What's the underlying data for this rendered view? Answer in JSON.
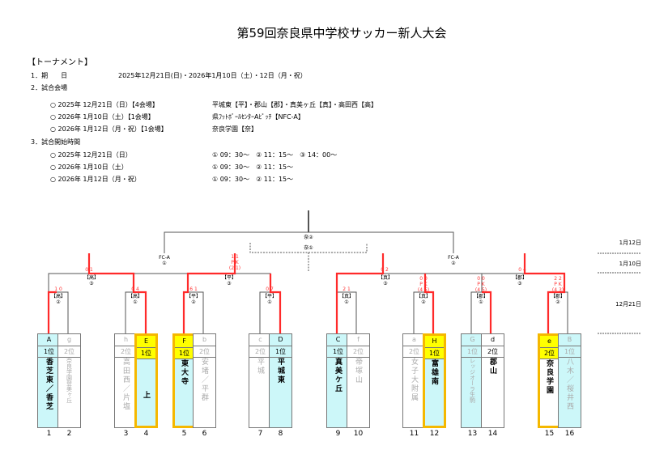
{
  "title": "第59回奈良県中学校サッカー新人大会",
  "section": "【トーナメント】",
  "items": {
    "period_label": "1．期　　日",
    "period_value": "2025年12月21日(日)・2026年1月10日（土）・12日（月・祝）",
    "venue_label": "2．試合会場",
    "venues": [
      {
        "date": "○ 2025年 12月21日（日）【4会場】",
        "place": "平城東【平】・郡山【郡】・真美ヶ丘【真】・高田西【高】"
      },
      {
        "date": "○ 2026年 1月10日（土）【1会場】",
        "place": "県ﾌｯﾄﾎﾞｰﾙｾﾝﾀｰAﾋﾟｯﾁ【NFC-A】"
      },
      {
        "date": "○ 2026年 1月12日（月・祝）【1会場】",
        "place": "奈良学園【奈】"
      }
    ],
    "time_label": "3．試合開始時間",
    "times": [
      {
        "date": "○ 2025年 12月21日（日）",
        "slots": "① 09：30～　② 11：15～　③ 14：00～"
      },
      {
        "date": "○ 2026年 1月10日（土）",
        "slots": "① 09：30～　② 11：15～"
      },
      {
        "date": "○ 2026年 1月12日（月・祝）",
        "slots": "① 09：30～　② 11：15～"
      }
    ]
  },
  "rounds": {
    "final": "1月12日",
    "semi": "1月10日",
    "early": "12月21日"
  },
  "final": {
    "venue": "奈②",
    "third_place": "奈①"
  },
  "semis": [
    {
      "venue": "FC-A",
      "slot": "①",
      "score": "1 1",
      "pk": "P K",
      "pk_score": "(2 1)",
      "left_score": "0 1"
    },
    {
      "venue": "FC-A",
      "slot": "②",
      "left_score": "0 2",
      "right_score": "0 4"
    }
  ],
  "qf": [
    {
      "venue": "【高】",
      "slot": "③"
    },
    {
      "venue": "【平】",
      "slot": "③"
    },
    {
      "venue": "【真】",
      "slot": "③"
    },
    {
      "venue": "【郡】",
      "slot": "③"
    }
  ],
  "r1": [
    {
      "venue": "【高】",
      "slot": "②",
      "score": "1 0"
    },
    {
      "venue": "【高】",
      "slot": "①",
      "score": "0 4"
    },
    {
      "venue": "【平】",
      "slot": "②",
      "score": "6 1"
    },
    {
      "venue": "【平】",
      "slot": "①",
      "score": "0 7"
    },
    {
      "venue": "【真】",
      "slot": "①",
      "score": "2 1"
    },
    {
      "venue": "【真】",
      "slot": "②",
      "score": "0 0",
      "pk": "P K",
      "pk_score": "(4 5)"
    },
    {
      "venue": "【郡】",
      "slot": "①",
      "score": "0 0",
      "pk": "P K",
      "pk_score": "(4 5)"
    },
    {
      "venue": "【郡】",
      "slot": "②",
      "score": "2 2",
      "pk": "P K",
      "pk_score": "(4 3)"
    }
  ],
  "teams": [
    {
      "no": "1",
      "code": "A",
      "rank": "1位",
      "name": "香芝東／香芝"
    },
    {
      "no": "2",
      "code": "g",
      "rank": "2位",
      "name": "奈良学園登美ヶ丘"
    },
    {
      "no": "3",
      "code": "h",
      "rank": "2位",
      "name": "高田西／片塩"
    },
    {
      "no": "4",
      "code": "E",
      "rank": "1位",
      "name": "上"
    },
    {
      "no": "5",
      "code": "F",
      "rank": "1位",
      "name": "東大寺"
    },
    {
      "no": "6",
      "code": "b",
      "rank": "2位",
      "name": "安堵／平群"
    },
    {
      "no": "7",
      "code": "c",
      "rank": "2位",
      "name": "平城"
    },
    {
      "no": "8",
      "code": "D",
      "rank": "1位",
      "name": "平城東"
    },
    {
      "no": "9",
      "code": "C",
      "rank": "1位",
      "name": "真美ケ丘"
    },
    {
      "no": "10",
      "code": "f",
      "rank": "2位",
      "name": "帝塚山"
    },
    {
      "no": "11",
      "code": "a",
      "rank": "2位",
      "name": "女子大附属"
    },
    {
      "no": "12",
      "code": "H",
      "rank": "1位",
      "name": "富雄南"
    },
    {
      "no": "13",
      "code": "G",
      "rank": "1位",
      "name": "レッジオーラ生駒"
    },
    {
      "no": "14",
      "code": "d",
      "rank": "2位",
      "name": "郡山"
    },
    {
      "no": "15",
      "code": "e",
      "rank": "2位",
      "name": "奈良学園"
    },
    {
      "no": "16",
      "code": "B",
      "rank": "1位",
      "name": "八木／桜井西"
    }
  ],
  "colors": {
    "win_line": "#ff2a2a",
    "line": "#555555",
    "cyan": "#ccf7f9",
    "yellow": "#ffff00",
    "gold": "#f5b800"
  }
}
